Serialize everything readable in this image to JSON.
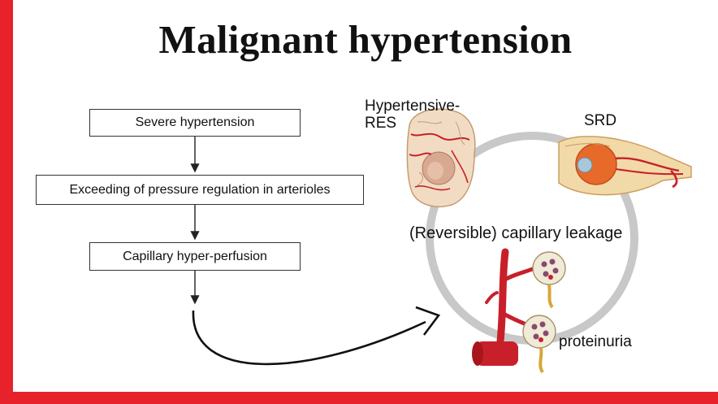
{
  "title": "Malignant hypertension",
  "flow": {
    "step1": "Severe hypertension",
    "step2": "Exceeding of pressure regulation in arterioles",
    "step3": "Capillary hyper-perfusion"
  },
  "cycle": {
    "res_label": "Hypertensive-\nRES",
    "srd_label": "SRD",
    "center_label": "(Reversible) capillary leakage",
    "proteinuria_label": "proteinuria"
  },
  "colors": {
    "frame_red": "#e8222a",
    "vessel_red": "#c8202a",
    "circle_gray": "#c8c8c8"
  }
}
